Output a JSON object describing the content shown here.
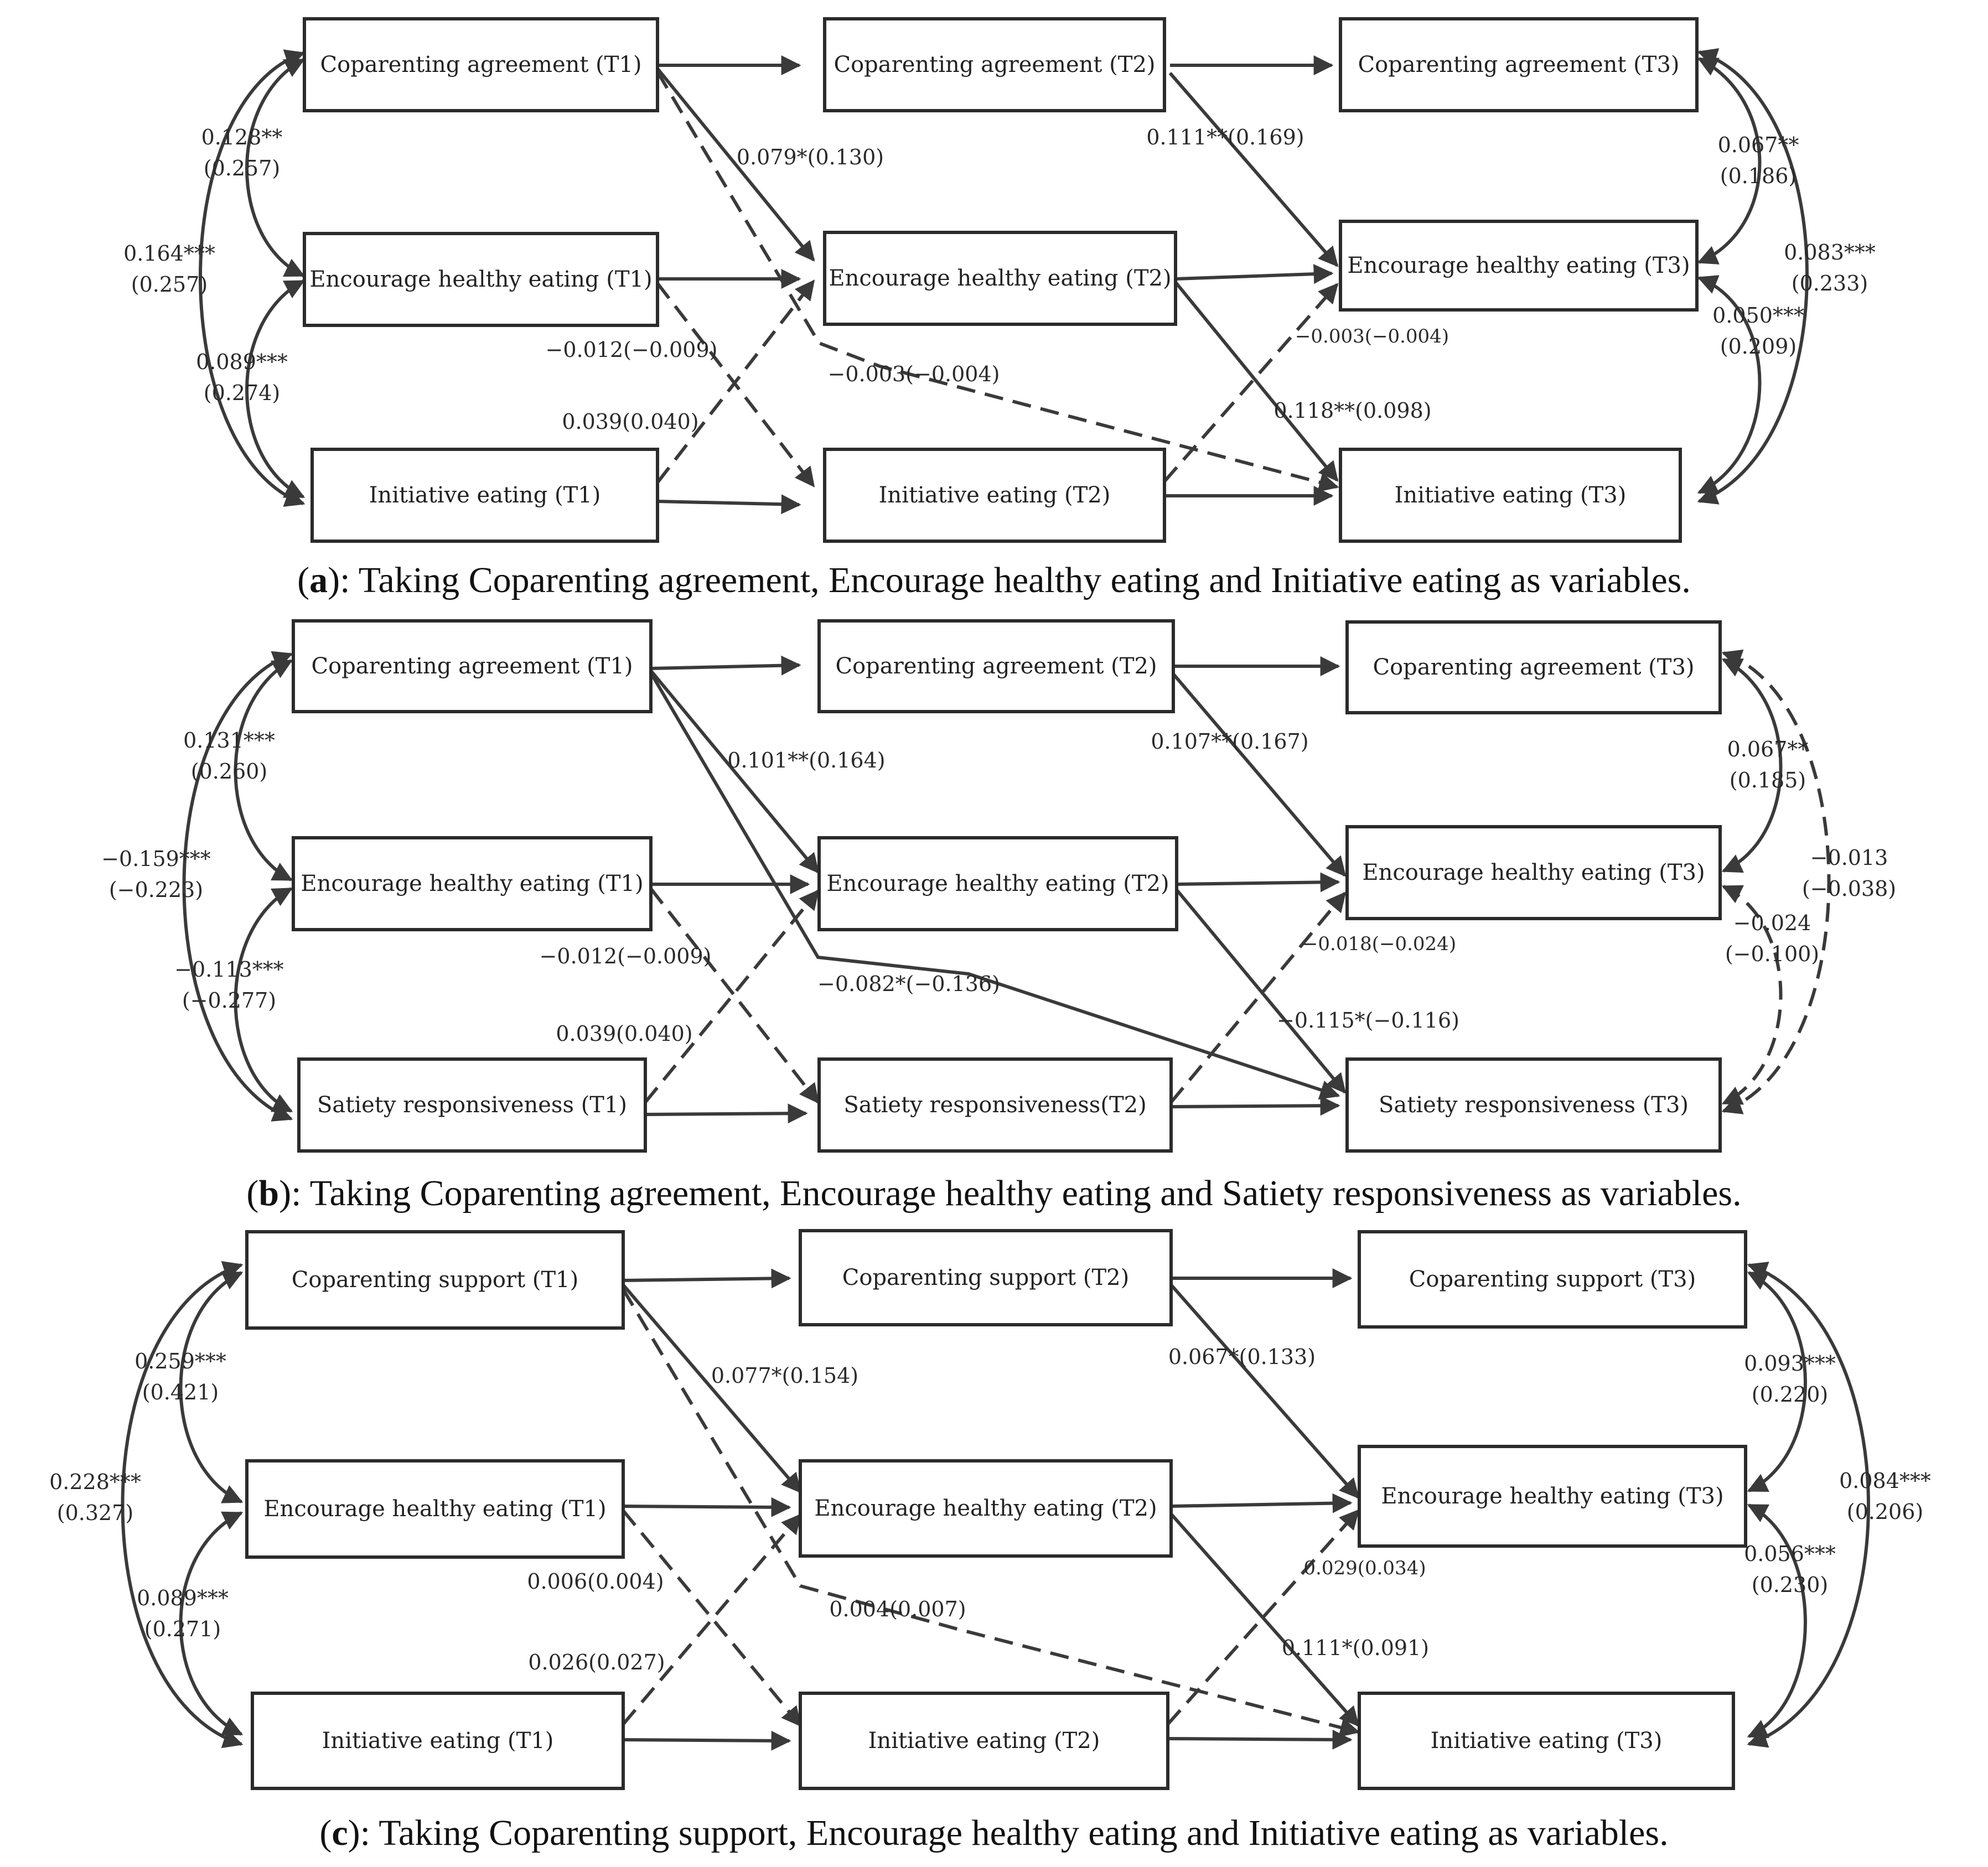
{
  "panels": [
    {
      "id": "a",
      "nodes": {
        "r0c0": "Coparenting agreement (T1)",
        "r0c1": "Coparenting agreement (T2)",
        "r0c2": "Coparenting agreement (T3)",
        "r1c0": "Encourage healthy eating  (T1)",
        "r1c1": "Encourage healthy eating  (T2)",
        "r1c2": "Encourage healthy eating  (T3)",
        "r2c0": "Initiative eating (T1)",
        "r2c1": "Initiative eating (T2)",
        "r2c2": "Initiative eating (T3)"
      },
      "labels": {
        "l_inner_t1_01": "0.128**",
        "l_inner_t1_01b": "(0.257)",
        "l_outer_t1": "0.164***",
        "l_outer_t1b": "(0.257)",
        "l_inner_t1_12": "0.089***",
        "l_inner_t1_12b": "(0.274)",
        "l_ce_t1t2": "0.079*(0.130)",
        "l_ce_t2t3": "0.111**(0.169)",
        "l_ei_t1t2": "−0.012(−0.009)",
        "l_ca_ie": "−0.003(−0.004)",
        "l_ie_t1t2": "0.039(0.040)",
        "l_ie_t2t3": "−0.003(−0.004)",
        "l_ei_t2t3": "0.118**(0.098)",
        "l_inner_t3_01": "0.067**",
        "l_inner_t3_01b": "(0.186)",
        "l_outer_t3": "0.083***",
        "l_outer_t3b": "(0.233)",
        "l_inner_t3_12": "0.050***",
        "l_inner_t3_12b": "(0.209)"
      },
      "caption": {
        "letter": "a",
        "text": "): Taking Coparenting agreement, Encourage healthy eating and Initiative eating as variables."
      }
    },
    {
      "id": "b",
      "nodes": {
        "r0c0": "Coparenting agreement (T1)",
        "r0c1": "Coparenting agreement (T2)",
        "r0c2": "Coparenting agreement (T3)",
        "r1c0": "Encourage healthy eating  (T1)",
        "r1c1": "Encourage healthy eating  (T2)",
        "r1c2": "Encourage healthy eating  (T3)",
        "r2c0": "Satiety responsiveness (T1)",
        "r2c1": "Satiety responsiveness(T2)",
        "r2c2": "Satiety responsiveness (T3)"
      },
      "labels": {
        "l_inner_t1_01": "0.131***",
        "l_inner_t1_01b": "(0.260)",
        "l_outer_t1": "−0.159***",
        "l_outer_t1b": "(−0.223)",
        "l_inner_t1_12": "−0.113***",
        "l_inner_t1_12b": "(−0.277)",
        "l_ce_t1t2": "0.101**(0.164)",
        "l_ce_t2t3": "0.107**(0.167)",
        "l_ei_t1t2": "−0.012(−0.009)",
        "l_ca_ie": "−0.082*(−0.136)",
        "l_ie_t1t2": "0.039(0.040)",
        "l_ie_t2t3": "−0.018(−0.024)",
        "l_ei_t2t3": "−0.115*(−0.116)",
        "l_inner_t3_01": "0.067**",
        "l_inner_t3_01b": "(0.185)",
        "l_outer_t3": "−0.013",
        "l_outer_t3b": "(−0.038)",
        "l_inner_t3_12": "−0.024",
        "l_inner_t3_12b": "(−0.100)"
      },
      "caption": {
        "letter": "b",
        "text": "): Taking Coparenting agreement, Encourage healthy eating and Satiety responsiveness as variables."
      }
    },
    {
      "id": "c",
      "nodes": {
        "r0c0": "Coparenting support (T1)",
        "r0c1": "Coparenting support (T2)",
        "r0c2": "Coparenting support (T3)",
        "r1c0": "Encourage healthy eating  (T1)",
        "r1c1": "Encourage healthy eating  (T2)",
        "r1c2": "Encourage healthy eating  (T3)",
        "r2c0": "Initiative eating (T1)",
        "r2c1": "Initiative eating (T2)",
        "r2c2": "Initiative eating (T3)"
      },
      "labels": {
        "l_inner_t1_01": "0.259***",
        "l_inner_t1_01b": "(0.421)",
        "l_outer_t1": "0.228***",
        "l_outer_t1b": "(0.327)",
        "l_inner_t1_12": "0.089***",
        "l_inner_t1_12b": "(0.271)",
        "l_ce_t1t2": "0.077*(0.154)",
        "l_ce_t2t3": "0.067*(0.133)",
        "l_ei_t1t2": "0.006(0.004)",
        "l_ca_ie": "0.004(0.007)",
        "l_ie_t1t2": "0.026(0.027)",
        "l_ie_t2t3": "0.029(0.034)",
        "l_ei_t2t3": "0.111*(0.091)",
        "l_inner_t3_01": "0.093***",
        "l_inner_t3_01b": "(0.220)",
        "l_outer_t3": "0.084***",
        "l_outer_t3b": "(0.206)",
        "l_inner_t3_12": "0.056***",
        "l_inner_t3_12b": "(0.230)"
      },
      "caption": {
        "letter": "c",
        "text": "): Taking Coparenting support, Encourage healthy eating and Initiative eating as variables."
      }
    }
  ]
}
